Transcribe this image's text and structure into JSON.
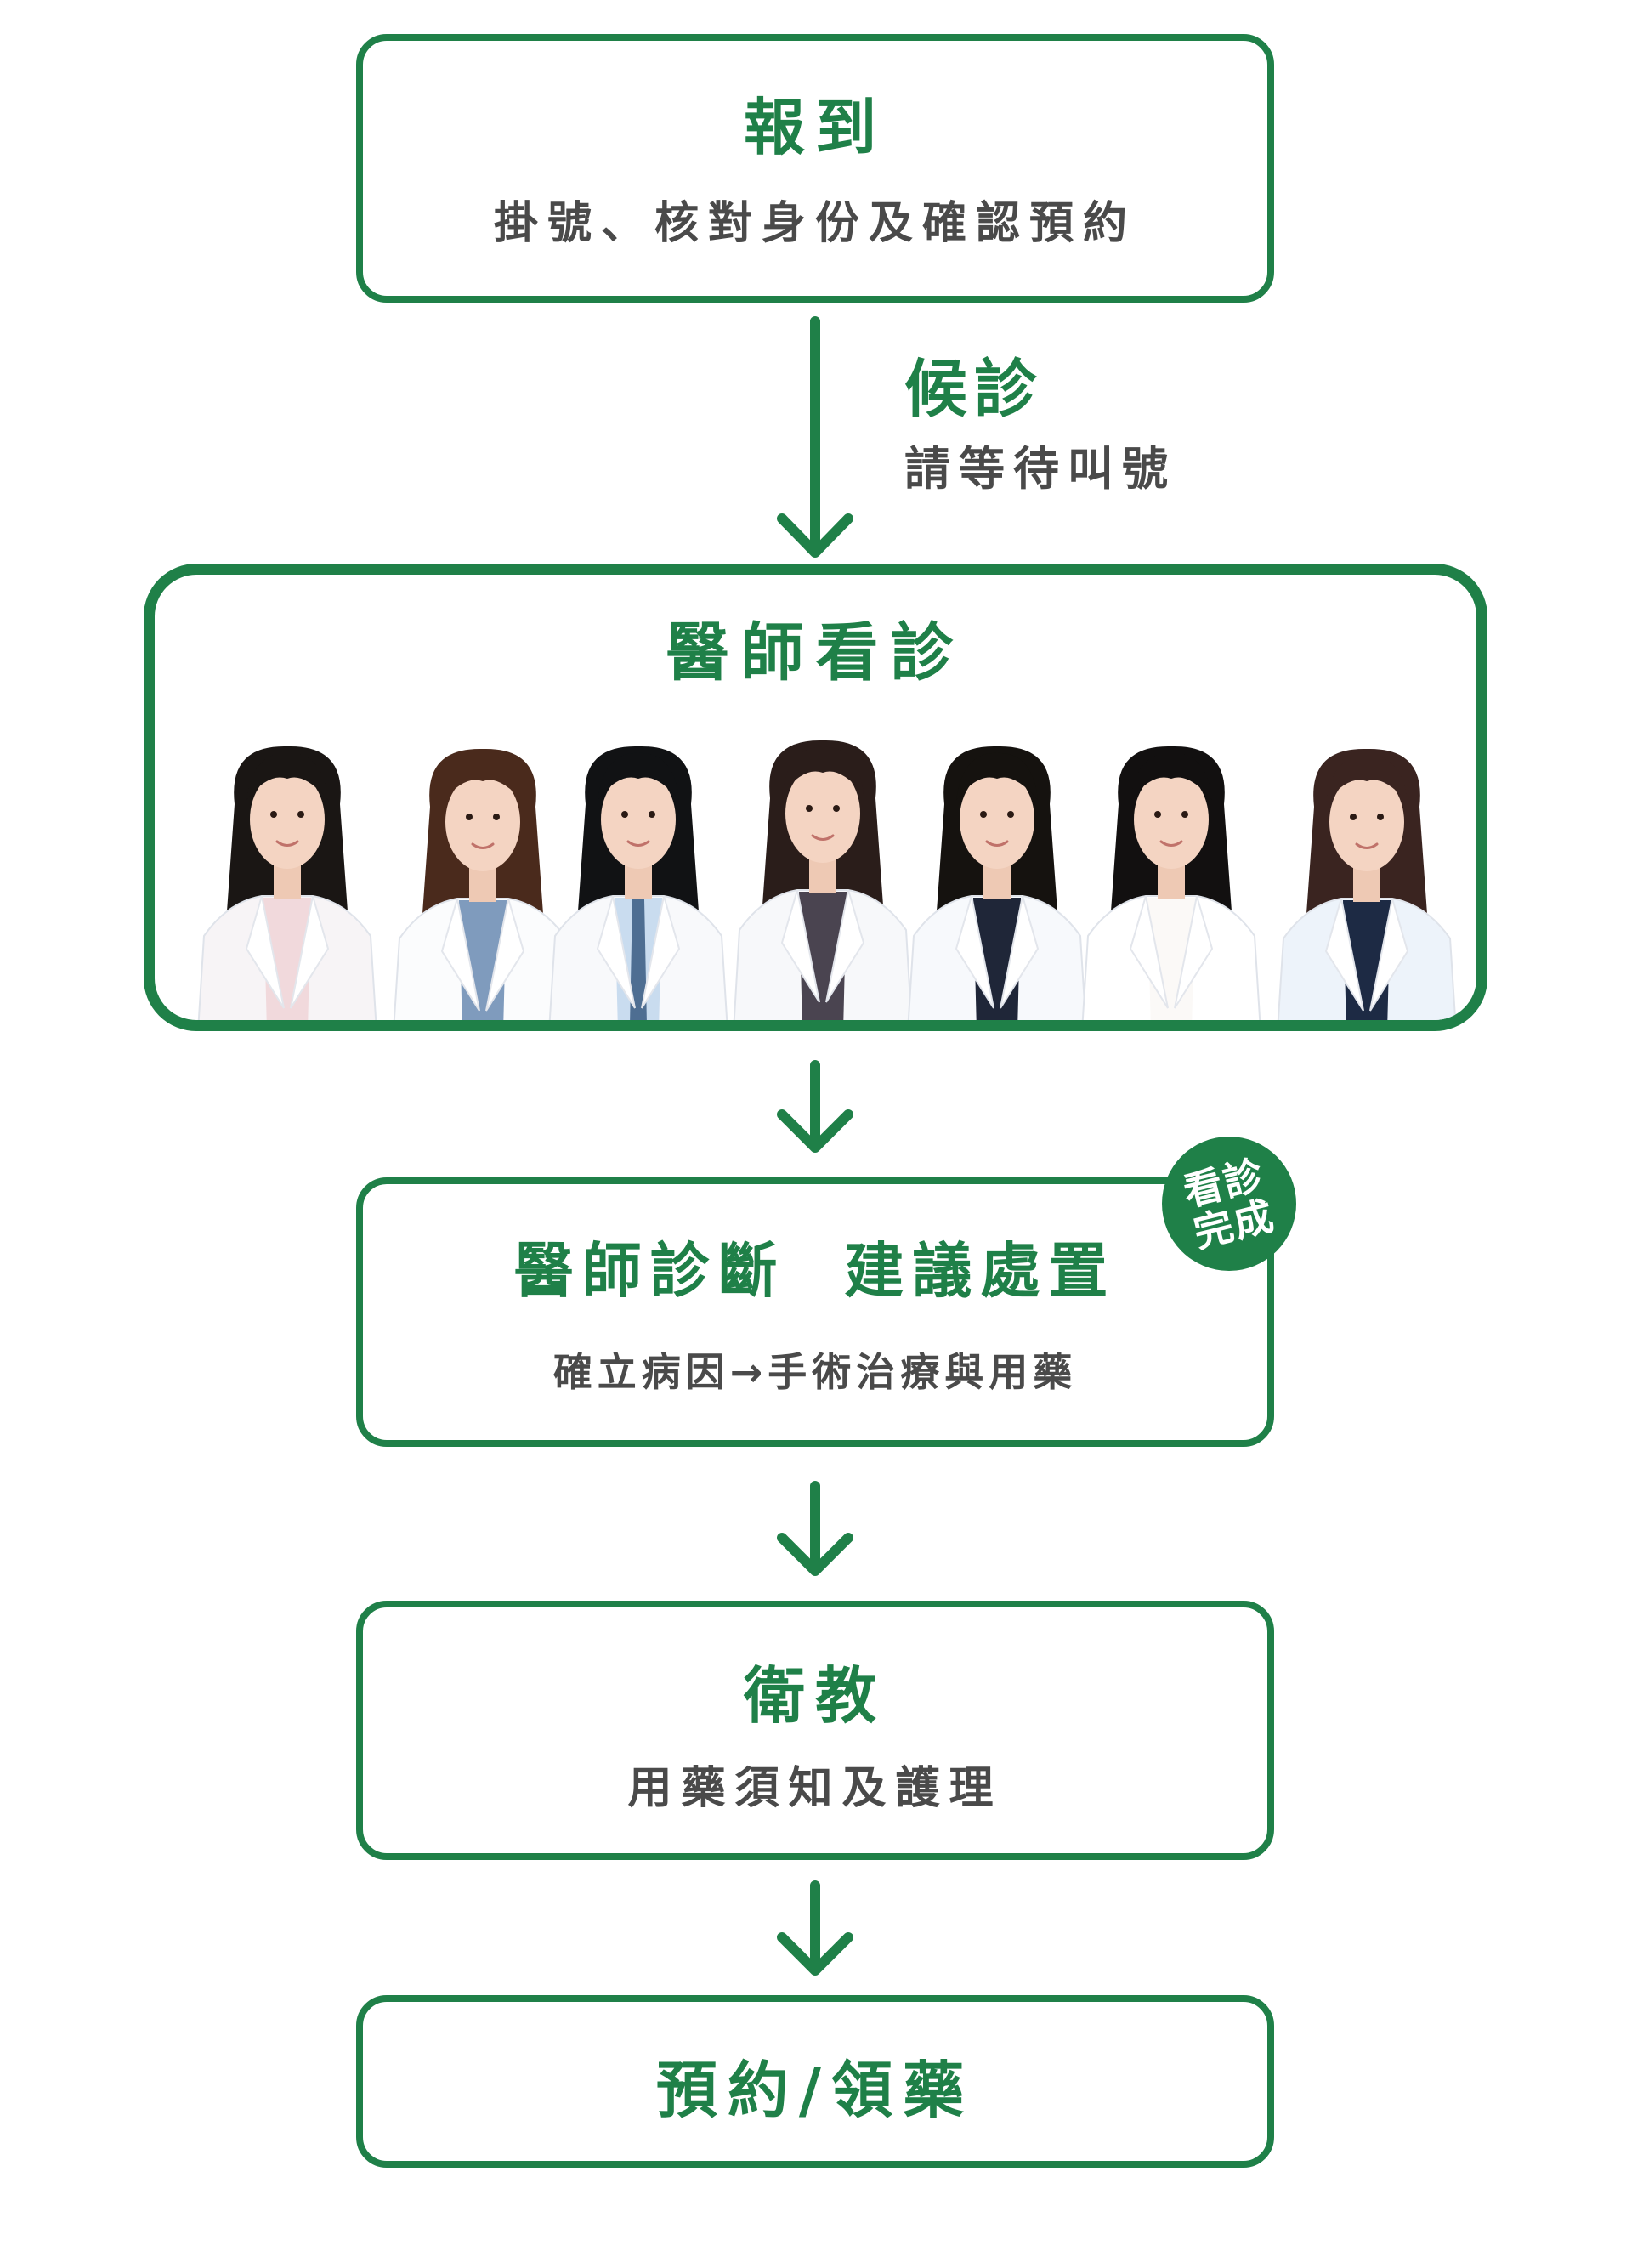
{
  "theme": {
    "accent": "#1f8048",
    "text": "#4a4a4a",
    "background": "#ffffff"
  },
  "steps": [
    {
      "title": "報到",
      "subtitle": "掛號、核對身份及確認預約"
    },
    {
      "title": "候診",
      "subtitle": "請等待叫號"
    },
    {
      "title": "醫師看診"
    },
    {
      "title": "醫師診斷  建議處置",
      "subtitle": "確立病因→手術治療與用藥",
      "badge": [
        "看診",
        "完成"
      ]
    },
    {
      "title": "衛教",
      "subtitle": "用藥須知及護理"
    },
    {
      "title": "預約/領藥"
    }
  ],
  "doctors": [
    {
      "hair": "#1a1614",
      "inner": "#f1d9dc",
      "coat": "#f7f4f6"
    },
    {
      "hair": "#4a2a1c",
      "inner": "#7f9bbd",
      "coat": "#fbfcfd"
    },
    {
      "hair": "#111214",
      "inner": "#c9dcef",
      "coat": "#f8f9fb",
      "tie": "#4e6e92"
    },
    {
      "hair": "#2a1d1a",
      "inner": "#4a4450",
      "coat": "#f7f8fa"
    },
    {
      "hair": "#15120f",
      "inner": "#1f2638",
      "coat": "#f7f9fc"
    },
    {
      "hair": "#121010",
      "inner": "#fbf9f7",
      "coat": "#ffffff"
    },
    {
      "hair": "#3a2420",
      "inner": "#1d2a44",
      "coat": "#edf3fa"
    }
  ],
  "arrows": [
    "down-arrow",
    "down-arrow",
    "down-arrow",
    "down-arrow"
  ]
}
